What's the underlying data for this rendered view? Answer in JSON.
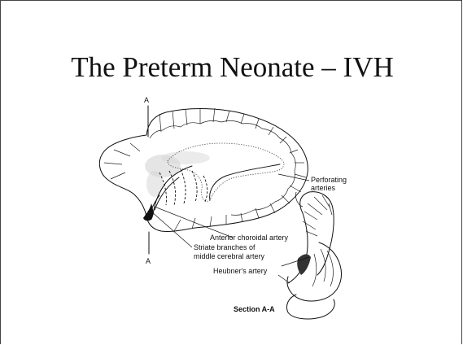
{
  "slide": {
    "title": "The Preterm Neonate – IVH"
  },
  "figure": {
    "section_marker_top": "A",
    "section_marker_bottom": "A",
    "labels": {
      "perforating_1": "Perforating",
      "perforating_2": "arteries",
      "anterior_choroidal": "Anterior choroidal artery",
      "striate_1": "Striate branches of",
      "striate_2": "middle cerebral artery",
      "heubner": "Heubner's artery",
      "section": "Section A-A"
    }
  }
}
